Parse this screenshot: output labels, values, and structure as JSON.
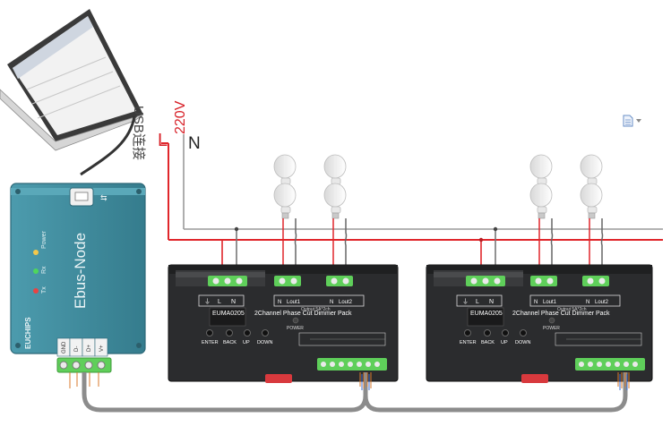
{
  "power": {
    "voltage": "220V",
    "live": "L",
    "neutral": "N"
  },
  "usb_label": "USB连接",
  "ebus": {
    "name": "Ebus-Node",
    "brand": "EUCHIPS",
    "led_power": "Power",
    "led_rx": "Rx",
    "led_tx": "Tx",
    "terminals": [
      "GND",
      "D-",
      "D+",
      "V+"
    ]
  },
  "dimmers": [
    {
      "model": "EUMA0205",
      "title": "2Channel Phase Cut Dimmer Pack",
      "output_note": "Output 5A*2ch",
      "power_label": "POWER",
      "buttons": [
        "ENTER",
        "BACK",
        "UP",
        "DOWN"
      ],
      "input_terms": [
        "⏚",
        "L",
        "N"
      ],
      "out1_terms": [
        "N",
        "Lout1"
      ],
      "out2_terms": [
        "N",
        "Lout2"
      ]
    },
    {
      "model": "EUMA0205",
      "title": "2Channel Phase Cut Dimmer Pack",
      "output_note": "Output 5A*2ch",
      "power_label": "POWER",
      "buttons": [
        "ENTER",
        "BACK",
        "UP",
        "DOWN"
      ],
      "input_terms": [
        "⏚",
        "L",
        "N"
      ],
      "out1_terms": [
        "N",
        "Lout1"
      ],
      "out2_terms": [
        "N",
        "Lout2"
      ]
    }
  ],
  "colors": {
    "live_wire": "#e0262b",
    "neutral_wire": "#9a9a9a",
    "ebus_body": "#3f8ea0",
    "dimmer_body": "#2b2c2e",
    "terminal_green": "#5fcf5a",
    "bus_cable": "#8c8c8c"
  },
  "icons": {
    "document": "document-icon",
    "dropdown": "chevron-down-icon"
  }
}
